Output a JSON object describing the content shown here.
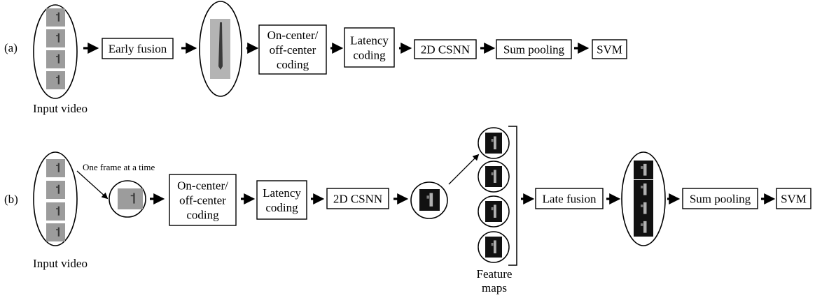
{
  "rows": {
    "a": {
      "label": "(a)",
      "input_caption": "Input video",
      "boxes": [
        [
          "Early fusion"
        ],
        [
          "On-center/",
          "off-center",
          "coding"
        ],
        [
          "Latency",
          "coding"
        ],
        [
          "2D CSNN"
        ],
        [
          "Sum pooling"
        ],
        [
          "SVM"
        ]
      ]
    },
    "b": {
      "label": "(b)",
      "input_caption": "Input video",
      "frame_note": "One frame at a time",
      "boxes": [
        [
          "On-center/",
          "off-center",
          "coding"
        ],
        [
          "Latency",
          "coding"
        ],
        [
          "2D CSNN"
        ],
        [
          "Late fusion"
        ],
        [
          "Sum pooling"
        ],
        [
          "SVM"
        ]
      ],
      "feature_maps_caption": [
        "Feature",
        "maps"
      ]
    }
  },
  "colors": {
    "line": "#000000",
    "frame_gray": "#9c9c9c",
    "frame_gray_light": "#b4b4b4",
    "feature_dark": "#111111",
    "figure_dark": "#3a3a3a",
    "figure_light": "#d8d8d8"
  }
}
